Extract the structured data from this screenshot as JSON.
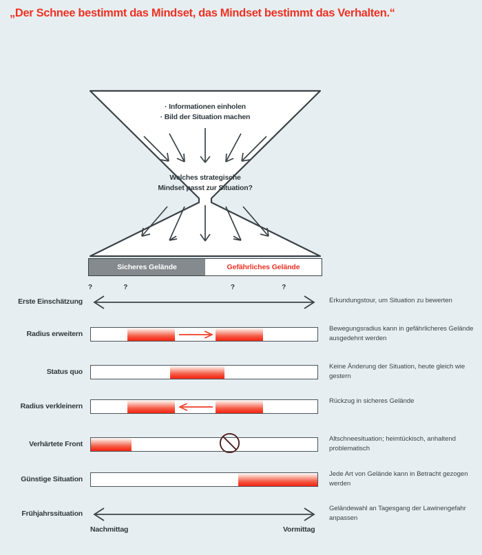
{
  "headline": "„Der Schnee bestimmt das Mindset, das Mindset bestimmt das Verhalten.“",
  "colors": {
    "background": "#e7eef1",
    "accent_red": "#ec3224",
    "ink": "#2f383d",
    "safe_gray": "#848a8d"
  },
  "funnel": {
    "top_bullets": [
      "· Informationen einholen",
      "· Bild der Situation machen"
    ],
    "question_line1": "Welches strategische",
    "question_line2": "Mindset passt zur Situation?"
  },
  "terrain": {
    "safe_label": "Sicheres Gelände",
    "danger_label": "Gefährliches Gelände"
  },
  "rows": [
    {
      "label": "Erste Einschätzung",
      "description": "Erkundungstour, um Situation zu bewerten",
      "kind": "double-arrow",
      "question_marks": [
        "?",
        "?",
        "?",
        "?"
      ]
    },
    {
      "label": "Radius erweitern",
      "description": "Bewegungsradius kann in gefährlicheres Gelände ausgedehnt werden",
      "kind": "bar",
      "segments": [
        {
          "start_pct": 16,
          "width_pct": 21
        },
        {
          "start_pct": 55,
          "width_pct": 21
        }
      ],
      "arrow": "right"
    },
    {
      "label": "Status quo",
      "description": "Keine Änderung der Situation, heute gleich wie gestern",
      "kind": "bar",
      "segments": [
        {
          "start_pct": 35,
          "width_pct": 24
        }
      ],
      "arrow": "none"
    },
    {
      "label": "Radius verkleinern",
      "description": "Rückzug in sicheres Gelände",
      "kind": "bar",
      "segments": [
        {
          "start_pct": 16,
          "width_pct": 21
        },
        {
          "start_pct": 55,
          "width_pct": 21
        }
      ],
      "arrow": "left"
    },
    {
      "label": "Verhärtete Front",
      "description": "Altschneesituation; heimtückisch, anhaltend problematisch",
      "kind": "bar",
      "segments": [
        {
          "start_pct": 0,
          "width_pct": 18
        }
      ],
      "arrow": "none",
      "prohibition": true
    },
    {
      "label": "Günstige Situation",
      "description": "Jede Art von Gelände kann in Betracht gezogen werden",
      "kind": "bar",
      "segments": [
        {
          "start_pct": 65,
          "width_pct": 35
        }
      ],
      "arrow": "none"
    },
    {
      "label": "Frühjahrssituation",
      "description": "Geländewahl an Tagesgang der Lawinengefahr anpassen",
      "kind": "double-arrow",
      "time_left": "Nachmittag",
      "time_right": "Vormittag"
    }
  ]
}
